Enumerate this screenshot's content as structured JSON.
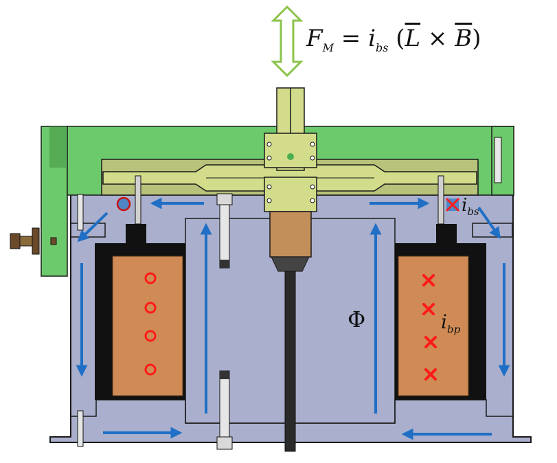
{
  "equation": {
    "lhs_symbol": "F",
    "lhs_subscript": "M",
    "equals": "=",
    "current_symbol": "i",
    "current_subscript": "bs",
    "open_paren": "(",
    "vector_l": "L",
    "cross": "×",
    "vector_b": "B",
    "close_paren": ")"
  },
  "labels": {
    "flux": "Φ",
    "secondary_current_symbol": "i",
    "secondary_current_subscript": "bs",
    "primary_current_symbol": "i",
    "primary_current_subscript": "bp"
  },
  "colors": {
    "housing": "#a9afcc",
    "outline": "#1a1a1a",
    "green_cover": "#6cc96c",
    "olive_part": "#d3dc8a",
    "coil": "#cf8a55",
    "coil_frame": "#111111",
    "flux_arrow": "#1f6fc6",
    "current_marker": "#ff1a1a",
    "motion_arrow": "#8bc34a"
  },
  "icons": {
    "motion": "double-headed-arrow-icon",
    "current_out": "circle-dot-icon",
    "current_in": "cross-icon"
  }
}
